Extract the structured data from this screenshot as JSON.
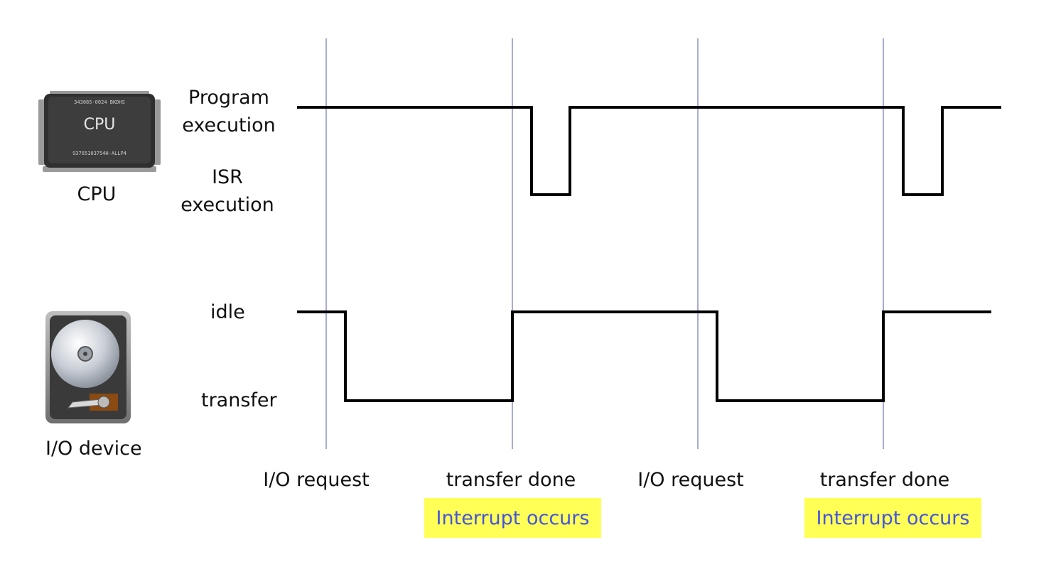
{
  "devices": {
    "cpu": {
      "label": "CPU",
      "icon": "cpu-chip-icon",
      "chip_text": "CPU"
    },
    "io": {
      "label": "I/O device",
      "icon": "hard-disk-icon"
    }
  },
  "cpu_states": {
    "program_line1": "Program",
    "program_line2": "execution",
    "isr_line1": "ISR",
    "isr_line2": "execution"
  },
  "io_states": {
    "idle": "idle",
    "transfer": "transfer"
  },
  "events": [
    {
      "label": "I/O request"
    },
    {
      "label": "transfer done",
      "note": "Interrupt occurs"
    },
    {
      "label": "I/O request"
    },
    {
      "label": "transfer done",
      "note": "Interrupt occurs"
    }
  ],
  "colors": {
    "signal": "#000000",
    "event_line": "#8a90c0",
    "highlight_bg": "#ffff55",
    "highlight_text": "#4455dd"
  }
}
